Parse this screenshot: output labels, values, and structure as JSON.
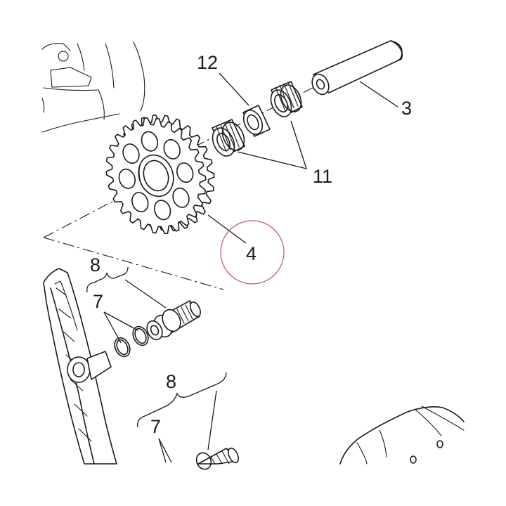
{
  "diagram": {
    "callouts": {
      "c3": "3",
      "c4": "4",
      "c7a": "7",
      "c7b": "7",
      "c8a": "8",
      "c8b": "8",
      "c11": "11",
      "c12": "12"
    },
    "highlight_color": "#c0506a",
    "line_color": "#1a1a1a"
  }
}
